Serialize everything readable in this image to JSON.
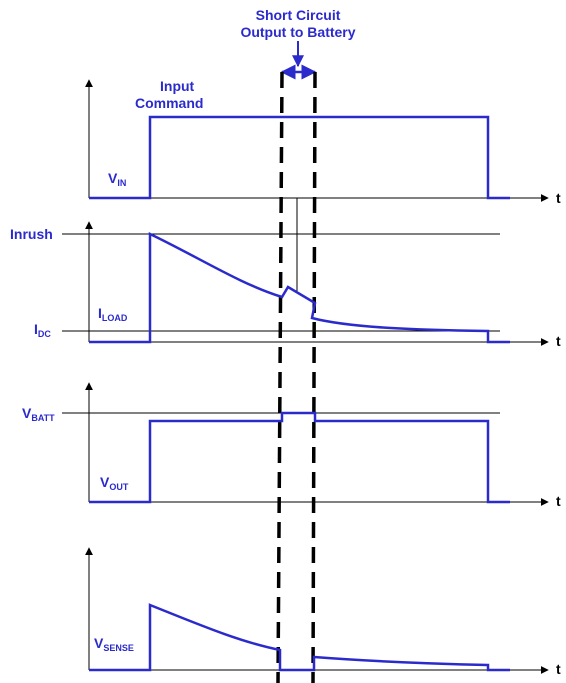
{
  "annotation": {
    "line1": "Short Circuit",
    "line2": "Output to Battery"
  },
  "input_command": {
    "line1": "Input",
    "line2": "Command"
  },
  "time_label": "t",
  "signals": {
    "vin": {
      "main": "V",
      "sub": "IN"
    },
    "inrush": "Inrush",
    "iload": {
      "main": "I",
      "sub": "LOAD"
    },
    "idc": {
      "main": "I",
      "sub": "DC"
    },
    "vbatt": {
      "main": "V",
      "sub": "BATT"
    },
    "vout": {
      "main": "V",
      "sub": "OUT"
    },
    "vsense": {
      "main": "V",
      "sub": "SENSE"
    }
  },
  "colors": {
    "trace": "#2b2bcc",
    "axis": "#000000"
  }
}
